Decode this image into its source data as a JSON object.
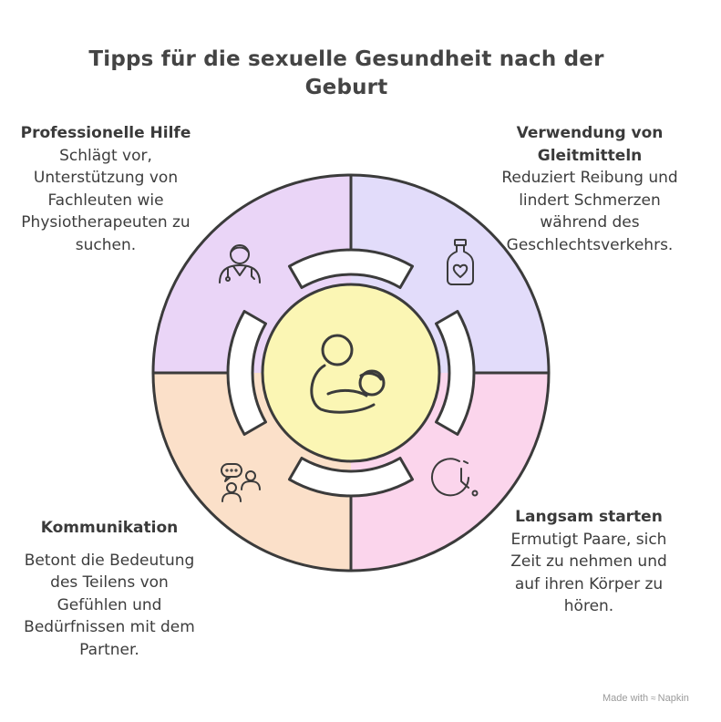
{
  "title": "Tipps für die sexuelle Gesundheit nach der Geburt",
  "sections": {
    "professionelle_hilfe": {
      "heading": "Professionelle Hilfe",
      "description": "Schlägt vor, Unterstützung von Fachleuten wie Physiotherapeuten zu suchen.",
      "color": "#ead5f7",
      "icon": "doctor-icon"
    },
    "gleitmittel": {
      "heading": "Verwendung von Gleitmitteln",
      "description": "Reduziert Reibung und lindert Schmerzen während des Geschlechtsverkehrs.",
      "color": "#e2dcfa",
      "icon": "lubricant-bottle-icon"
    },
    "kommunikation": {
      "heading": "Kommunikation",
      "description": "Betont die Bedeutung des Teilens von Gefühlen und Bedürfnissen mit dem Partner.",
      "color": "#fbe0c9",
      "icon": "conversation-icon"
    },
    "langsam_starten": {
      "heading": "Langsam starten",
      "description": "Ermutigt Paare, sich Zeit zu nehmen und auf ihren Körper zu hören.",
      "color": "#fbd5ec",
      "icon": "clock-icon"
    }
  },
  "center": {
    "color": "#fbf6b4",
    "icon": "mother-baby-icon"
  },
  "footer": {
    "made_with": "Made with",
    "brand": "Napkin"
  }
}
